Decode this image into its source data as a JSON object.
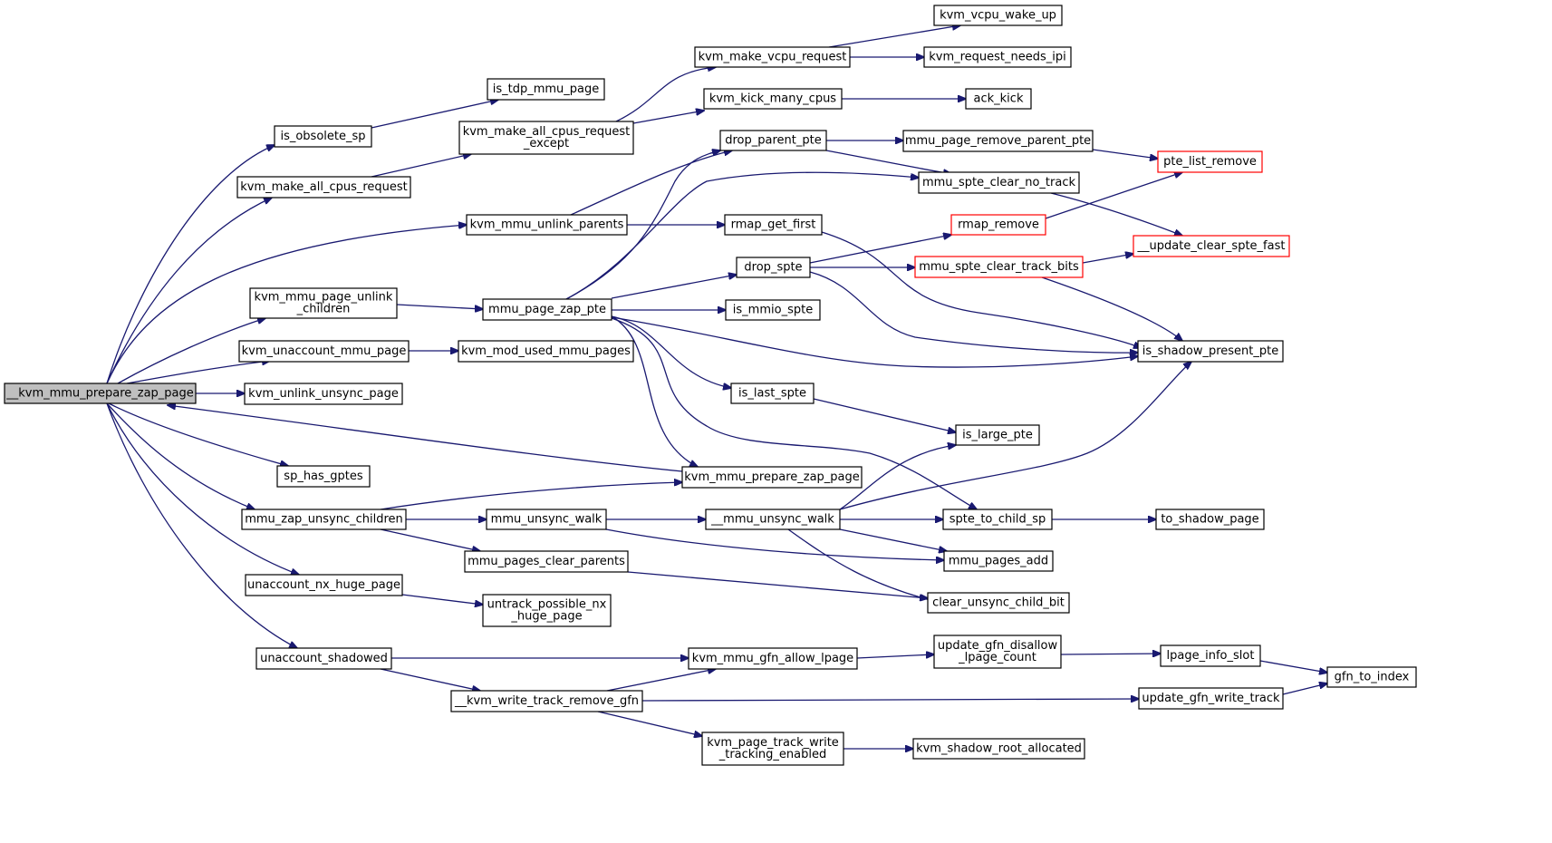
{
  "diagram": {
    "root": "__kvm_mmu_prepare_zap_page",
    "nodes": [
      {
        "id": "root",
        "lines": [
          "__kvm_mmu_prepare_zap_page"
        ],
        "root": true
      },
      {
        "id": "is_obsolete_sp",
        "lines": [
          "is_obsolete_sp"
        ]
      },
      {
        "id": "kvm_make_all_cpus_request",
        "lines": [
          "kvm_make_all_cpus_request"
        ]
      },
      {
        "id": "kvm_mmu_unlink_parents",
        "lines": [
          "kvm_mmu_unlink_parents"
        ]
      },
      {
        "id": "kvm_mmu_page_unlink_children",
        "lines": [
          "kvm_mmu_page_unlink",
          "_children"
        ]
      },
      {
        "id": "kvm_unaccount_mmu_page",
        "lines": [
          "kvm_unaccount_mmu_page"
        ]
      },
      {
        "id": "kvm_unlink_unsync_page",
        "lines": [
          "kvm_unlink_unsync_page"
        ]
      },
      {
        "id": "sp_has_gptes",
        "lines": [
          "sp_has_gptes"
        ]
      },
      {
        "id": "mmu_zap_unsync_children",
        "lines": [
          "mmu_zap_unsync_children"
        ]
      },
      {
        "id": "unaccount_nx_huge_page",
        "lines": [
          "unaccount_nx_huge_page"
        ]
      },
      {
        "id": "unaccount_shadowed",
        "lines": [
          "unaccount_shadowed"
        ]
      },
      {
        "id": "is_tdp_mmu_page",
        "lines": [
          "is_tdp_mmu_page"
        ]
      },
      {
        "id": "kvm_make_all_cpus_request_except",
        "lines": [
          "kvm_make_all_cpus_request",
          "_except"
        ]
      },
      {
        "id": "kvm_make_vcpu_request",
        "lines": [
          "kvm_make_vcpu_request"
        ]
      },
      {
        "id": "kvm_kick_many_cpus",
        "lines": [
          "kvm_kick_many_cpus"
        ]
      },
      {
        "id": "kvm_vcpu_wake_up",
        "lines": [
          "kvm_vcpu_wake_up"
        ]
      },
      {
        "id": "kvm_request_needs_ipi",
        "lines": [
          "kvm_request_needs_ipi"
        ]
      },
      {
        "id": "ack_kick",
        "lines": [
          "ack_kick"
        ]
      },
      {
        "id": "drop_parent_pte",
        "lines": [
          "drop_parent_pte"
        ]
      },
      {
        "id": "mmu_page_remove_parent_pte",
        "lines": [
          "mmu_page_remove_parent_pte"
        ]
      },
      {
        "id": "pte_list_remove",
        "lines": [
          "pte_list_remove"
        ],
        "truncated": true
      },
      {
        "id": "mmu_spte_clear_no_track",
        "lines": [
          "mmu_spte_clear_no_track"
        ]
      },
      {
        "id": "rmap_get_first",
        "lines": [
          "rmap_get_first"
        ]
      },
      {
        "id": "rmap_remove",
        "lines": [
          "rmap_remove"
        ],
        "truncated": true
      },
      {
        "id": "update_clear_spte_fast",
        "lines": [
          "__update_clear_spte_fast"
        ],
        "truncated": true
      },
      {
        "id": "drop_spte",
        "lines": [
          "drop_spte"
        ]
      },
      {
        "id": "mmu_spte_clear_track_bits",
        "lines": [
          "mmu_spte_clear_track_bits"
        ],
        "truncated": true
      },
      {
        "id": "mmu_page_zap_pte",
        "lines": [
          "mmu_page_zap_pte"
        ]
      },
      {
        "id": "is_mmio_spte",
        "lines": [
          "is_mmio_spte"
        ]
      },
      {
        "id": "is_shadow_present_pte",
        "lines": [
          "is_shadow_present_pte"
        ]
      },
      {
        "id": "kvm_mod_used_mmu_pages",
        "lines": [
          "kvm_mod_used_mmu_pages"
        ]
      },
      {
        "id": "is_last_spte",
        "lines": [
          "is_last_spte"
        ]
      },
      {
        "id": "is_large_pte",
        "lines": [
          "is_large_pte"
        ]
      },
      {
        "id": "kvm_mmu_prepare_zap_page",
        "lines": [
          "kvm_mmu_prepare_zap_page"
        ]
      },
      {
        "id": "mmu_unsync_walk",
        "lines": [
          "mmu_unsync_walk"
        ]
      },
      {
        "id": "__mmu_unsync_walk",
        "lines": [
          "__mmu_unsync_walk"
        ]
      },
      {
        "id": "spte_to_child_sp",
        "lines": [
          "spte_to_child_sp"
        ]
      },
      {
        "id": "to_shadow_page",
        "lines": [
          "to_shadow_page"
        ]
      },
      {
        "id": "mmu_pages_clear_parents",
        "lines": [
          "mmu_pages_clear_parents"
        ]
      },
      {
        "id": "mmu_pages_add",
        "lines": [
          "mmu_pages_add"
        ]
      },
      {
        "id": "clear_unsync_child_bit",
        "lines": [
          "clear_unsync_child_bit"
        ]
      },
      {
        "id": "untrack_possible_nx_huge_page",
        "lines": [
          "untrack_possible_nx",
          "_huge_page"
        ]
      },
      {
        "id": "kvm_mmu_gfn_allow_lpage",
        "lines": [
          "kvm_mmu_gfn_allow_lpage"
        ]
      },
      {
        "id": "update_gfn_disallow_lpage_count",
        "lines": [
          "update_gfn_disallow",
          "_lpage_count"
        ]
      },
      {
        "id": "lpage_info_slot",
        "lines": [
          "lpage_info_slot"
        ]
      },
      {
        "id": "gfn_to_index",
        "lines": [
          "gfn_to_index"
        ]
      },
      {
        "id": "kvm_write_track_remove_gfn",
        "lines": [
          "__kvm_write_track_remove_gfn"
        ]
      },
      {
        "id": "update_gfn_write_track",
        "lines": [
          "update_gfn_write_track"
        ]
      },
      {
        "id": "kvm_page_track_write_tracking_enabled",
        "lines": [
          "kvm_page_track_write",
          "_tracking_enabled"
        ]
      },
      {
        "id": "kvm_shadow_root_allocated",
        "lines": [
          "kvm_shadow_root_allocated"
        ]
      }
    ],
    "edges": [
      [
        "root",
        "is_obsolete_sp"
      ],
      [
        "root",
        "kvm_make_all_cpus_request"
      ],
      [
        "root",
        "kvm_mmu_unlink_parents"
      ],
      [
        "root",
        "kvm_mmu_page_unlink_children"
      ],
      [
        "root",
        "kvm_unaccount_mmu_page"
      ],
      [
        "root",
        "kvm_unlink_unsync_page"
      ],
      [
        "root",
        "sp_has_gptes"
      ],
      [
        "root",
        "mmu_zap_unsync_children"
      ],
      [
        "root",
        "unaccount_nx_huge_page"
      ],
      [
        "root",
        "unaccount_shadowed"
      ],
      [
        "is_obsolete_sp",
        "is_tdp_mmu_page"
      ],
      [
        "kvm_make_all_cpus_request",
        "kvm_make_all_cpus_request_except"
      ],
      [
        "kvm_make_all_cpus_request_except",
        "kvm_make_vcpu_request"
      ],
      [
        "kvm_make_all_cpus_request_except",
        "kvm_kick_many_cpus"
      ],
      [
        "kvm_make_vcpu_request",
        "kvm_vcpu_wake_up"
      ],
      [
        "kvm_make_vcpu_request",
        "kvm_request_needs_ipi"
      ],
      [
        "kvm_kick_many_cpus",
        "ack_kick"
      ],
      [
        "kvm_mmu_unlink_parents",
        "drop_parent_pte"
      ],
      [
        "kvm_mmu_unlink_parents",
        "rmap_get_first"
      ],
      [
        "drop_parent_pte",
        "mmu_page_remove_parent_pte"
      ],
      [
        "drop_parent_pte",
        "mmu_spte_clear_no_track"
      ],
      [
        "mmu_page_remove_parent_pte",
        "pte_list_remove"
      ],
      [
        "mmu_spte_clear_no_track",
        "update_clear_spte_fast"
      ],
      [
        "rmap_get_first",
        "is_shadow_present_pte"
      ],
      [
        "rmap_remove",
        "pte_list_remove"
      ],
      [
        "drop_spte",
        "rmap_remove"
      ],
      [
        "drop_spte",
        "mmu_spte_clear_track_bits"
      ],
      [
        "drop_spte",
        "is_shadow_present_pte"
      ],
      [
        "mmu_spte_clear_track_bits",
        "update_clear_spte_fast"
      ],
      [
        "mmu_spte_clear_track_bits",
        "is_shadow_present_pte"
      ],
      [
        "kvm_mmu_page_unlink_children",
        "mmu_page_zap_pte"
      ],
      [
        "mmu_page_zap_pte",
        "drop_parent_pte"
      ],
      [
        "mmu_page_zap_pte",
        "mmu_spte_clear_no_track"
      ],
      [
        "mmu_page_zap_pte",
        "drop_spte"
      ],
      [
        "mmu_page_zap_pte",
        "is_mmio_spte"
      ],
      [
        "mmu_page_zap_pte",
        "is_shadow_present_pte"
      ],
      [
        "mmu_page_zap_pte",
        "is_last_spte"
      ],
      [
        "mmu_page_zap_pte",
        "kvm_mmu_prepare_zap_page"
      ],
      [
        "mmu_page_zap_pte",
        "spte_to_child_sp"
      ],
      [
        "kvm_unaccount_mmu_page",
        "kvm_mod_used_mmu_pages"
      ],
      [
        "is_last_spte",
        "is_large_pte"
      ],
      [
        "kvm_mmu_prepare_zap_page",
        "root"
      ],
      [
        "mmu_zap_unsync_children",
        "kvm_mmu_prepare_zap_page"
      ],
      [
        "mmu_zap_unsync_children",
        "mmu_unsync_walk"
      ],
      [
        "mmu_zap_unsync_children",
        "mmu_pages_clear_parents"
      ],
      [
        "mmu_unsync_walk",
        "__mmu_unsync_walk"
      ],
      [
        "mmu_unsync_walk",
        "mmu_pages_add"
      ],
      [
        "__mmu_unsync_walk",
        "is_large_pte"
      ],
      [
        "__mmu_unsync_walk",
        "is_shadow_present_pte"
      ],
      [
        "__mmu_unsync_walk",
        "spte_to_child_sp"
      ],
      [
        "__mmu_unsync_walk",
        "mmu_pages_add"
      ],
      [
        "__mmu_unsync_walk",
        "clear_unsync_child_bit"
      ],
      [
        "spte_to_child_sp",
        "to_shadow_page"
      ],
      [
        "mmu_pages_clear_parents",
        "clear_unsync_child_bit"
      ],
      [
        "unaccount_nx_huge_page",
        "untrack_possible_nx_huge_page"
      ],
      [
        "unaccount_shadowed",
        "kvm_mmu_gfn_allow_lpage"
      ],
      [
        "unaccount_shadowed",
        "kvm_write_track_remove_gfn"
      ],
      [
        "kvm_mmu_gfn_allow_lpage",
        "update_gfn_disallow_lpage_count"
      ],
      [
        "update_gfn_disallow_lpage_count",
        "lpage_info_slot"
      ],
      [
        "lpage_info_slot",
        "gfn_to_index"
      ],
      [
        "kvm_write_track_remove_gfn",
        "kvm_mmu_gfn_allow_lpage"
      ],
      [
        "kvm_write_track_remove_gfn",
        "update_gfn_write_track"
      ],
      [
        "kvm_write_track_remove_gfn",
        "kvm_page_track_write_tracking_enabled"
      ],
      [
        "update_gfn_write_track",
        "gfn_to_index"
      ],
      [
        "kvm_page_track_write_tracking_enabled",
        "kvm_shadow_root_allocated"
      ]
    ],
    "colors": {
      "edge": "#191970",
      "node_border": "#000000",
      "truncated_border": "#ff0000",
      "root_fill": "#bfbfbf",
      "node_fill": "#ffffff"
    }
  }
}
